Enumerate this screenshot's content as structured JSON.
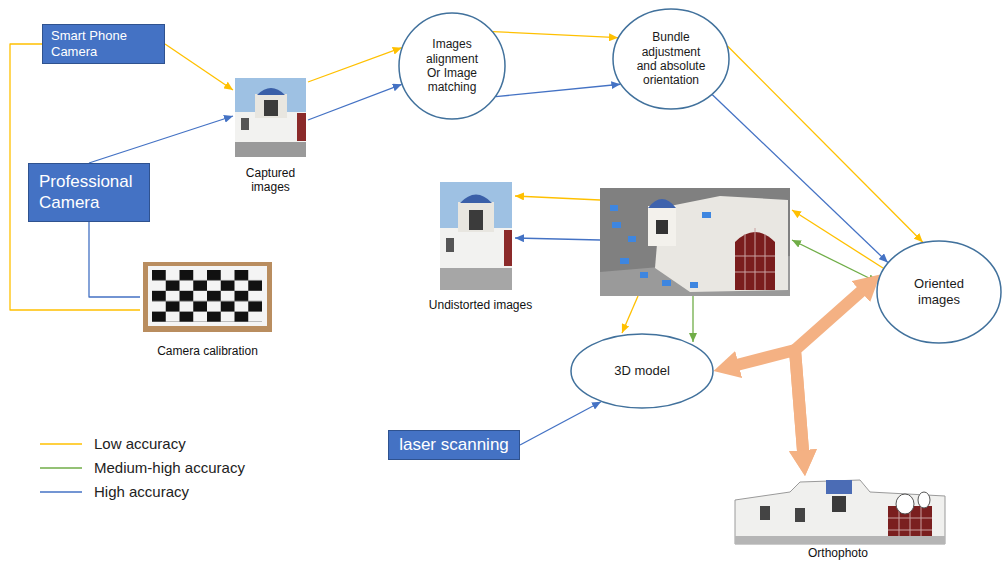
{
  "diagram": {
    "nodes": [
      {
        "text": [
          "Smart Phone Camera"
        ]
      },
      {
        "text": [
          "Images alignment Or Image matching"
        ]
      },
      {
        "text": [
          "Bundle adjustment and absolute orientation"
        ]
      },
      {
        "text": [
          "Captured images"
        ]
      },
      {
        "text": [
          "Professional Camera"
        ]
      },
      {
        "text": [
          "Undistorted images"
        ]
      },
      {
        "text": [
          "Oriented images"
        ]
      },
      {
        "text": [
          "Camera calibration"
        ]
      },
      {
        "text": [
          "3D model"
        ]
      },
      {
        "text": [
          "laser scanning"
        ]
      },
      {
        "text": [
          "Orthophoto"
        ]
      }
    ],
    "edges": [
      {
        "from": 0,
        "to": 3,
        "arrow": "to"
      },
      {
        "from": 4,
        "to": 3,
        "arrow": "to"
      },
      {
        "from": 0,
        "to": 7,
        "arrow": "none"
      },
      {
        "from": 4,
        "to": 7,
        "arrow": "none"
      },
      {
        "from": 3,
        "to": 1,
        "arrow": "to"
      },
      {
        "from": 3,
        "to": 1,
        "arrow": "to"
      },
      {
        "from": 1,
        "to": 2,
        "arrow": "to"
      },
      {
        "from": 1,
        "to": 2,
        "arrow": "to"
      },
      {
        "from": 2,
        "to": 6,
        "arrow": "to"
      },
      {
        "from": 2,
        "to": 6,
        "arrow": "to"
      },
      {
        "from": 9,
        "to": 8,
        "arrow": "to"
      },
      {
        "from": 8,
        "to": 10,
        "arrow": "both"
      },
      {
        "from": 6,
        "to": 10,
        "arrow": "both"
      }
    ],
    "legend": [
      {
        "text": "Low accuracy"
      },
      {
        "text": "Medium-high accuracy"
      },
      {
        "text": "High accuracy"
      }
    ]
  }
}
